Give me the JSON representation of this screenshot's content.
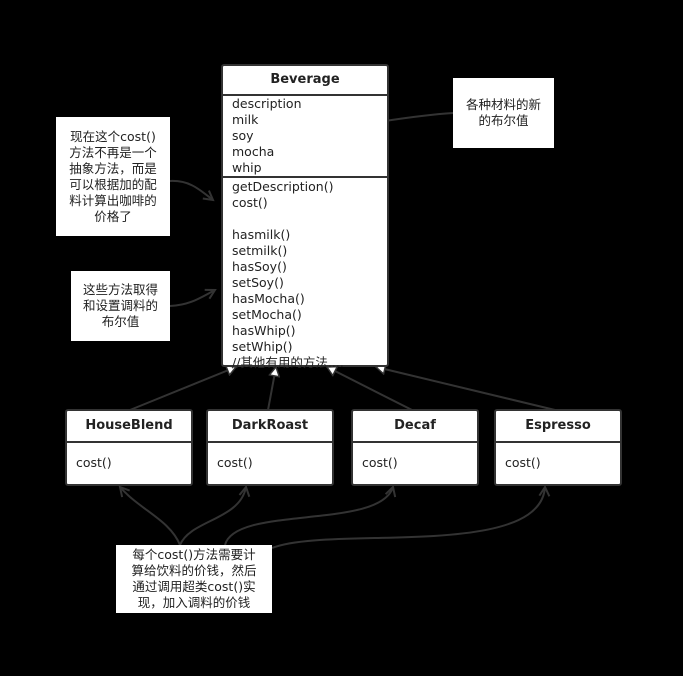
{
  "beverage": {
    "name": "Beverage",
    "fields": [
      "description",
      "milk",
      "soy",
      "mocha",
      "whip"
    ],
    "methods": [
      "getDescription()",
      "cost()",
      "",
      "hasmilk()",
      "setmilk()",
      "hasSoy()",
      "setSoy()",
      "hasMocha()",
      "setMocha()",
      "hasWhip()",
      "setWhip()",
      "//其他有用的方法...."
    ]
  },
  "subclasses": [
    {
      "name": "HouseBlend",
      "method": "cost()"
    },
    {
      "name": "DarkRoast",
      "method": "cost()"
    },
    {
      "name": "Decaf",
      "method": "cost()"
    },
    {
      "name": "Espresso",
      "method": "cost()"
    }
  ],
  "notes": {
    "boolean_note": [
      "各种材料的新",
      "的布尔值"
    ],
    "cost_note": [
      "现在这个cost()",
      "方法不再是一个",
      "抽象方法，而是",
      "可以根据加的配",
      "料计算出咖啡的",
      "价格了"
    ],
    "methods_note": [
      "这些方法取得",
      "和设置调料的",
      "布尔值"
    ],
    "subclass_note": [
      "每个cost()方法需要计",
      "算给饮料的价钱，然后",
      "通过调用超类cost()实",
      "现，加入调料的价钱"
    ]
  }
}
